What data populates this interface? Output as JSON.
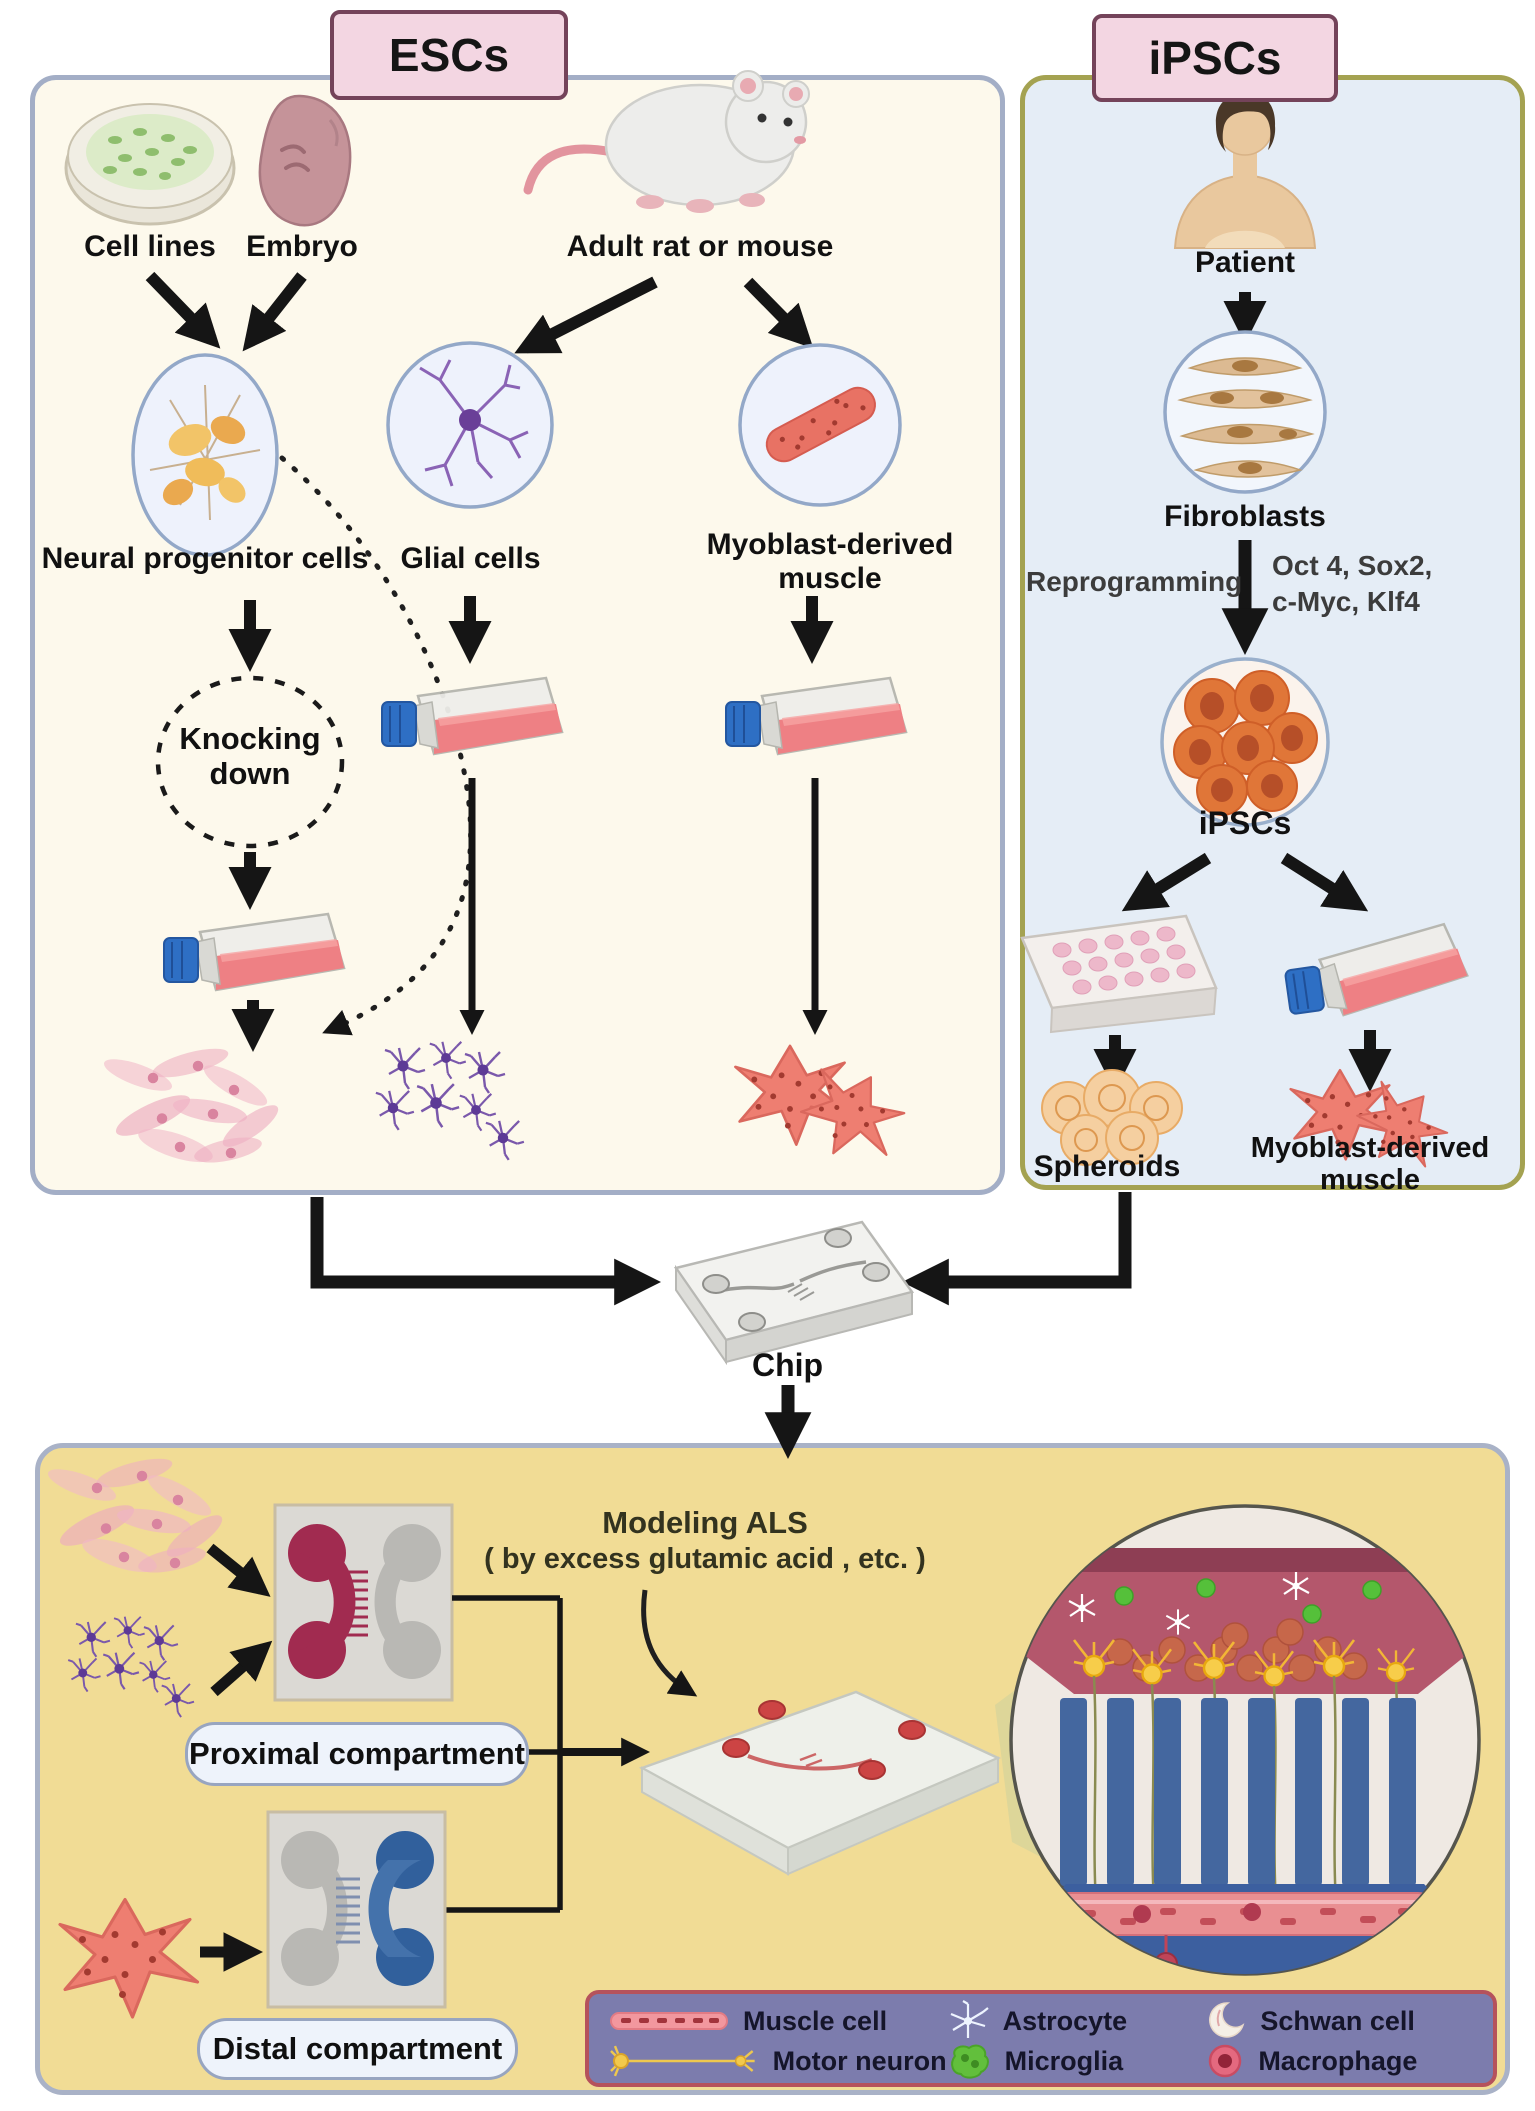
{
  "escs": {
    "title": "ESCs",
    "cell_lines": "Cell lines",
    "embryo": "Embryo",
    "adult_rat": "Adult rat or mouse",
    "neural_progenitor": "Neural progenitor cells",
    "glial": "Glial cells",
    "myoblast_line1": "Myoblast-derived",
    "myoblast_line2": "muscle",
    "knocking_line1": "Knocking",
    "knocking_line2": "down"
  },
  "ipscs": {
    "title": "iPSCs",
    "patient": "Patient",
    "fibroblasts": "Fibroblasts",
    "reprogramming": "Reprogramming",
    "factors_line1": "Oct 4, Sox2,",
    "factors_line2": "c-Myc, Klf4",
    "ipscs_label": "iPSCs",
    "spheroids": "Spheroids",
    "myoblast_line1": "Myoblast-derived",
    "myoblast_line2": "muscle"
  },
  "chip": {
    "label": "Chip"
  },
  "bottom": {
    "modeling_line1": "Modeling ALS",
    "modeling_line2": "( by excess glutamic acid , etc. )",
    "proximal": "Proximal compartment",
    "distal": "Distal compartment"
  },
  "legend": {
    "items": [
      {
        "icon": "muscle-cell-icon",
        "label": "Muscle cell"
      },
      {
        "icon": "astrocyte-icon",
        "label": "Astrocyte"
      },
      {
        "icon": "schwan-cell-icon",
        "label": "Schwan cell"
      },
      {
        "icon": "motor-neuron-icon",
        "label": "Motor neuron"
      },
      {
        "icon": "microglia-icon",
        "label": "Microglia"
      },
      {
        "icon": "macrophage-icon",
        "label": "Macrophage"
      }
    ]
  },
  "colors": {
    "esc_panel_bg": "#fdf9ec",
    "esc_panel_border": "#a3aec6",
    "ipsc_panel_bg": "#e5edf6",
    "ipsc_panel_border": "#a4a251",
    "bottom_panel_bg": "#f1dc95",
    "bottom_panel_border": "#a9b2c7",
    "title_bg": "#f3d6e2",
    "title_border": "#74435a",
    "legend_bg": "#7c7cad",
    "legend_border": "#b5525c",
    "arrow": "#151515",
    "maroon_channel": "#a12b50",
    "blue_channel": "#31609c",
    "flask_media": "#ee8084",
    "flask_cap": "#2e6fc4"
  }
}
